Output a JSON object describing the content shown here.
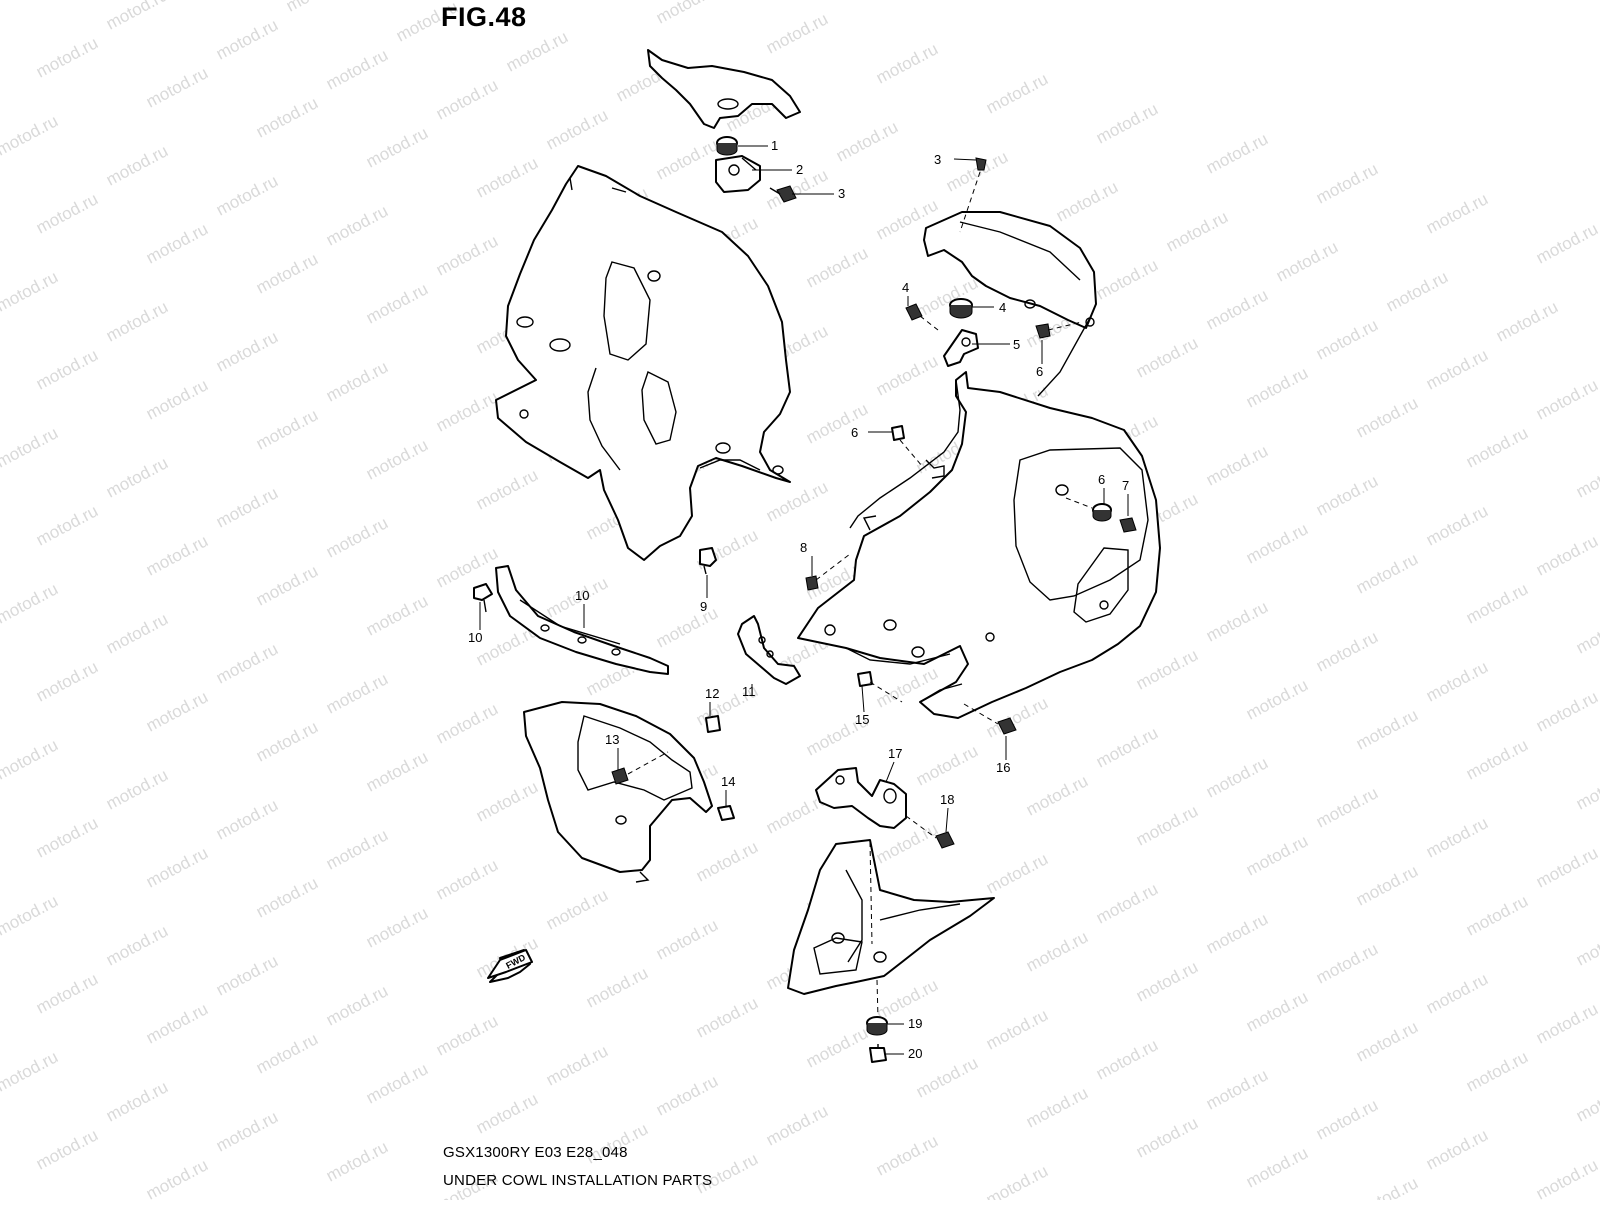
{
  "watermark": "motod.ru",
  "figure": {
    "title": "FIG.48"
  },
  "caption": {
    "model": "GSX1300RY E03 E28_048",
    "title": "UNDER COWL INSTALLATION PARTS"
  },
  "direction_marker": "FWD",
  "callouts": [
    "1",
    "2",
    "3",
    "3",
    "4",
    "4",
    "5",
    "6",
    "6",
    "6",
    "7",
    "8",
    "9",
    "10",
    "10",
    "11",
    "12",
    "13",
    "14",
    "15",
    "16",
    "17",
    "18",
    "19",
    "20"
  ]
}
